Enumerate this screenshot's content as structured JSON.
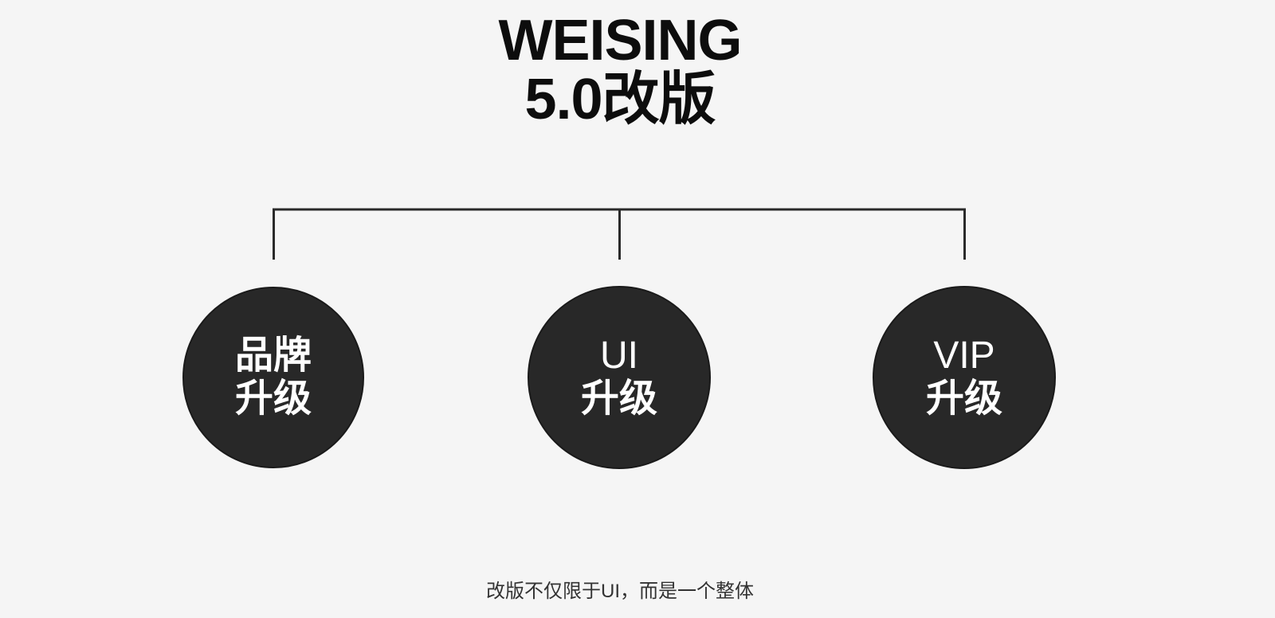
{
  "title": {
    "line1": "WEISING",
    "line2": "5.0改版"
  },
  "nodes": [
    {
      "line1": "品牌",
      "line2": "升级"
    },
    {
      "line1": "UI",
      "line2": "升级"
    },
    {
      "line1": "VIP",
      "line2": "升级"
    }
  ],
  "footer": "改版不仅限于UI，而是一个整体",
  "colors": {
    "background": "#f5f5f5",
    "node_fill": "#282828",
    "node_text": "#ffffff",
    "line": "#2a2a2a"
  }
}
